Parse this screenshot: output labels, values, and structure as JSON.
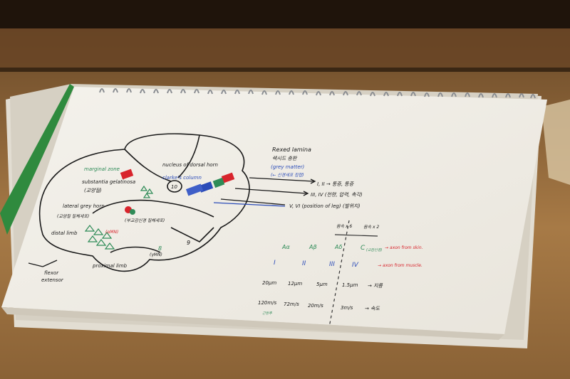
{
  "notebook": {
    "diagram_labels": {
      "marginal_zone": "marginal zone",
      "substantia_gelatinosa": "substantia gelatinosa",
      "sg_korean": "(교양질)",
      "nucleus_dorsal_horn": "nucleus of dorsal horn",
      "clarkes_column": "clarke's column",
      "lateral_grey_horn": "lateral grey horn",
      "lgh_korean": "(교양질 질체세포)",
      "sympathetic_korean": "(부교감신경 질체세포)",
      "distal_limb": "distal limb",
      "proximal_limb": "proximal limb",
      "flexor": "flexor",
      "extensor": "extensor",
      "gamma_mn": "(γMN)",
      "alpha_mn": "(αMN)",
      "lamina_8": "8",
      "lamina_9": "9",
      "lamina_10": "10"
    },
    "notes": {
      "rexed_title": "Rexed lamina",
      "rexed_korean": "렉시드 층판",
      "grey_matter": "(grey matter)",
      "grey_matter_korean": "(← 신경세포 집합)",
      "row1": "I, II → 통증, 통증",
      "row2": "III, IV (전향, 압력, 촉각)",
      "row3": "V, VI (position of leg) (발위치)",
      "speed_left": "음속 x 6",
      "speed_right": "음속 x 2",
      "fiber_a_alpha": "Aα",
      "fiber_a_beta": "Aβ",
      "fiber_a_delta": "Aδ",
      "fiber_c": "C",
      "fiber_c_note": "(교감신경)",
      "axon_skin": "→ axon from skin.",
      "roman_1": "I",
      "roman_2": "II",
      "roman_3": "III",
      "roman_4": "IV",
      "axon_muscle": "→ axon from muscle.",
      "d1": "20μm",
      "d2": "12μm",
      "d3": "5μm",
      "d4": "1.5μm",
      "d_label": "→ 지름",
      "v1": "120m/s",
      "v2": "72m/s",
      "v3": "20m/s",
      "v4": "3m/s",
      "v_label": "→ 속도",
      "motor_note": "근방추"
    },
    "colors": {
      "green_ink": "#2e8b57",
      "blue_ink": "#2a4bb8",
      "red_ink": "#d8242c",
      "black_ink": "#1a1a1a"
    }
  }
}
